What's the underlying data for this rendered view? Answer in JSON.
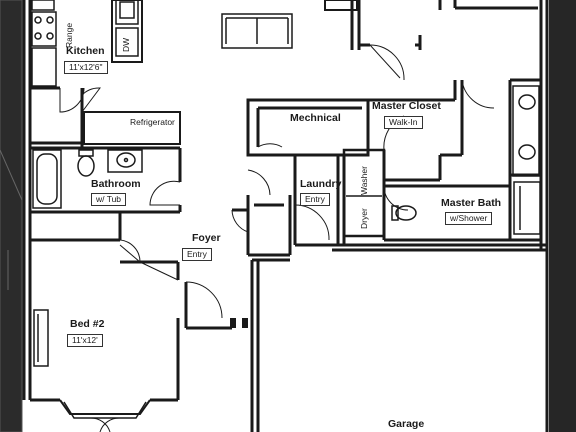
{
  "rooms": {
    "kitchen": {
      "name": "Kitchen",
      "size": "11'x12'6\""
    },
    "range": "Range",
    "dw": "DW",
    "refrigerator": "Refrigerator",
    "mechanical": "Mechnical",
    "master_closet": {
      "name": "Master Closet",
      "note": "Walk-In"
    },
    "bathroom": {
      "name": "Bathroom",
      "note": "w/ Tub"
    },
    "laundry": {
      "name": "Laundry",
      "note": "Entry"
    },
    "washer": "Washer",
    "dryer": "Dryer",
    "master_bath": {
      "name": "Master Bath",
      "note": "w/Shower"
    },
    "foyer": {
      "name": "Foyer",
      "note": "Entry"
    },
    "bed2": {
      "name": "Bed #2",
      "size": "11'x12'"
    },
    "garage": {
      "name": "Garage"
    }
  },
  "colors": {
    "wall": "#1a1a1a",
    "background": "#ffffff",
    "frame": "#222222"
  }
}
